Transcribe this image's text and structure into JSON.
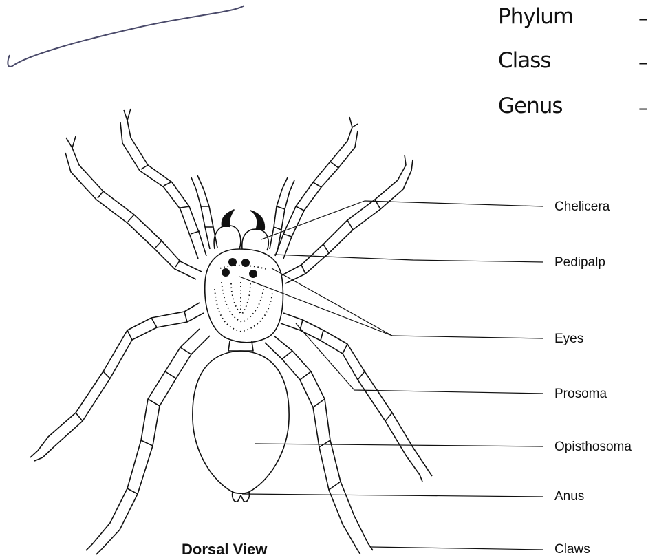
{
  "taxonomy": [
    {
      "label": "Phylum",
      "value": "–"
    },
    {
      "label": "Class",
      "value": "–"
    },
    {
      "label": "Genus",
      "value": "–"
    }
  ],
  "labels": {
    "chelicera": "Chelicera",
    "pedipalp": "Pedipalp",
    "eyes": "Eyes",
    "prosoma": "Prosoma",
    "opisthosoma": "Opisthosoma",
    "anus": "Anus",
    "claws": "Claws"
  },
  "caption": "Dorsal View",
  "colors": {
    "ink": "#111111",
    "background": "#ffffff"
  }
}
